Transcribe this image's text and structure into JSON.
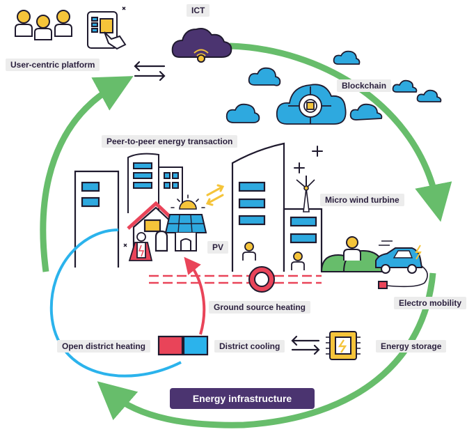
{
  "labels": {
    "ict": "ICT",
    "user_centric_platform": "User-centric platform",
    "blockchain": "Blockchain",
    "p2p": "Peer-to-peer energy transaction",
    "micro_wind": "Micro wind turbine",
    "pv": "PV",
    "ground_source": "Ground source heating",
    "electro_mobility": "Electro mobility",
    "open_district": "Open district heating",
    "district_cooling": "District cooling",
    "energy_storage": "Energy storage",
    "energy_infrastructure": "Energy infrastructure"
  },
  "colors": {
    "cycle_green": "#67bd6b",
    "cloud_blue": "#2ea9df",
    "ict_purple": "#4b3470",
    "heating_red": "#e94459",
    "cooling_blue": "#2bb3ec",
    "user_yellow": "#f5c43a",
    "outline": "#1f1a2e"
  }
}
